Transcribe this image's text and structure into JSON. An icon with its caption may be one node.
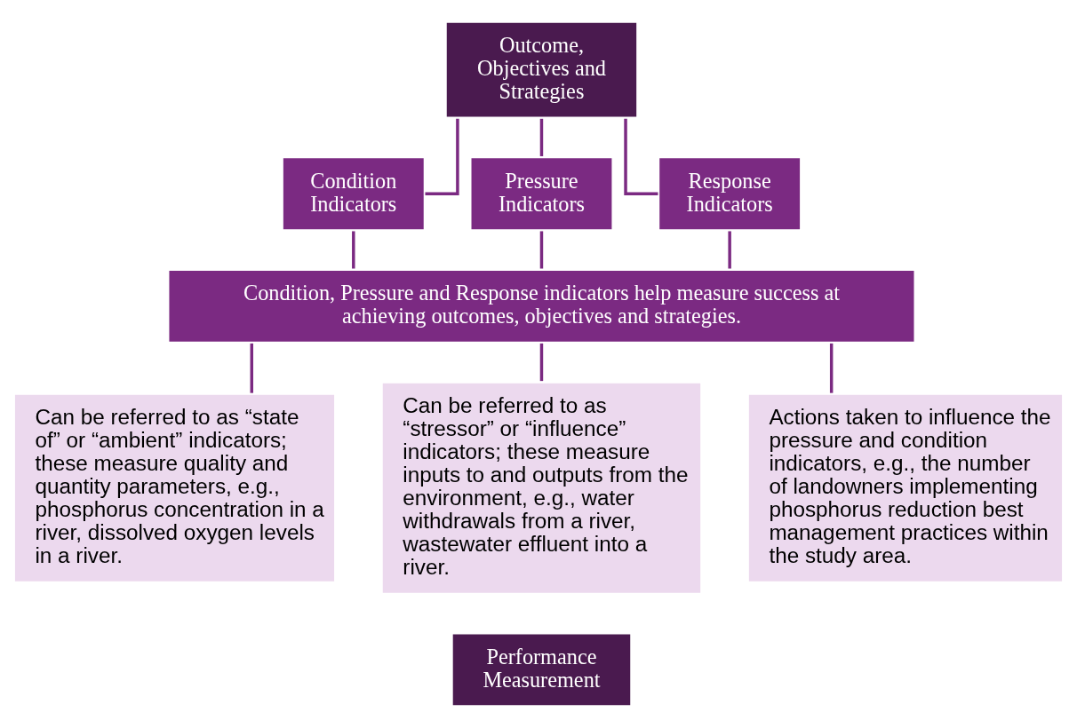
{
  "diagram": {
    "nodes": [
      {
        "text": [
          "Outcome, Objectives and Strategies"
        ]
      },
      {
        "text": [
          "Condition Indicators"
        ]
      },
      {
        "text": [
          "Pressure Indicators"
        ]
      },
      {
        "text": [
          "Response Indicators"
        ]
      },
      {
        "text": [
          "Condition, Pressure and Response indicators help measure success at achieving outcomes, objectives and strategies."
        ]
      },
      {
        "text": [
          "Can be referred to as “state of” or “ambient” indicators; these measure quality and quantity parameters, e.g., phosphorus concentration in a river, dissolved oxygen levels in a river."
        ]
      },
      {
        "text": [
          "Can be referred to as “stressor” or “influence” indicators; these measure inputs to and outputs from the environment, e.g., water withdrawals from a river, wastewater effluent into a river."
        ]
      },
      {
        "text": [
          "Actions taken to influence the pressure and condition indicators, e.g., the number of landowners implementing phosphorus reduction best management practices within the study area."
        ]
      },
      {
        "text": [
          "Performance Measurement"
        ]
      }
    ],
    "edges": [
      {
        "from": 0,
        "to": 1,
        "arrow": "none"
      },
      {
        "from": 0,
        "to": 2,
        "arrow": "none"
      },
      {
        "from": 0,
        "to": 3,
        "arrow": "none"
      },
      {
        "from": 1,
        "to": 4,
        "arrow": "none"
      },
      {
        "from": 2,
        "to": 4,
        "arrow": "none"
      },
      {
        "from": 3,
        "to": 4,
        "arrow": "none"
      },
      {
        "from": 4,
        "to": 5,
        "arrow": "none"
      },
      {
        "from": 4,
        "to": 6,
        "arrow": "none"
      },
      {
        "from": 4,
        "to": 7,
        "arrow": "none"
      }
    ]
  }
}
